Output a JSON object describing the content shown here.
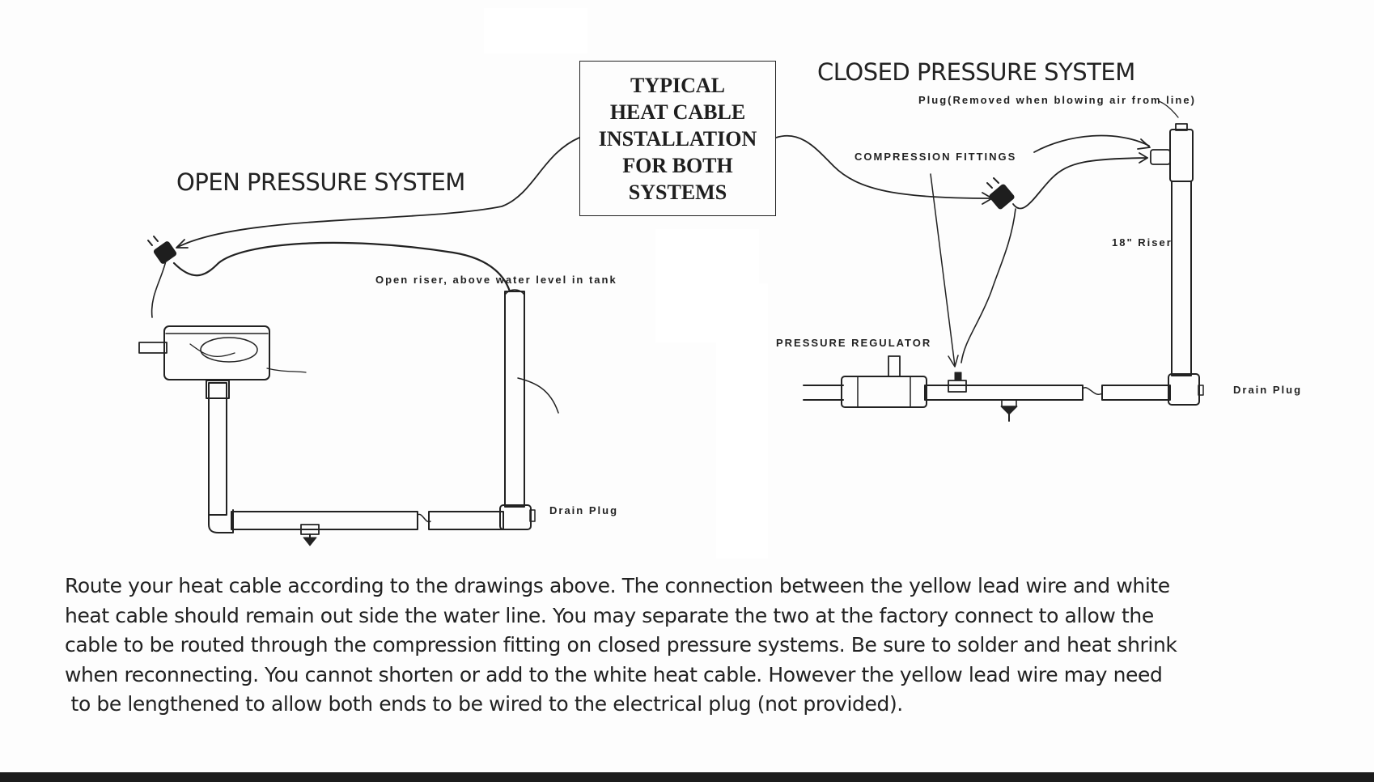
{
  "title_box": {
    "lines": [
      "TYPICAL",
      "HEAT CABLE",
      "INSTALLATION",
      "FOR BOTH",
      "SYSTEMS"
    ]
  },
  "open_system": {
    "title": "OPEN PRESSURE SYSTEM",
    "riser_label": "Open  riser,  above  water  level  in  tank",
    "drain_label": "Drain   Plug"
  },
  "closed_system": {
    "title": "CLOSED PRESSURE SYSTEM",
    "plug_label": "Plug(Removed   when   blowing   air   from   line)",
    "fittings_label": "COMPRESSION   FITTINGS",
    "riser_label": "18\"   Riser",
    "regulator_label": "PRESSURE   REGULATOR",
    "drain_label": "Drain   Plug"
  },
  "instructions": {
    "lines": [
      "Route your heat cable according to the drawings above. The connection between the yellow lead wire and white",
      "heat cable should remain out side the water line. You may separate the two at the factory connect to allow the",
      "cable to be routed through the compression fitting on closed pressure systems. Be sure to solder and heat shrink",
      "when reconnecting. You cannot shorten or add to the white heat cable. However the yellow lead wire may need",
      " to be lengthened to allow both ends to be wired to the electrical plug (not provided)."
    ]
  },
  "colors": {
    "ink": "#222222",
    "paper": "#fdfdfd",
    "border": "#1c1c1c"
  }
}
